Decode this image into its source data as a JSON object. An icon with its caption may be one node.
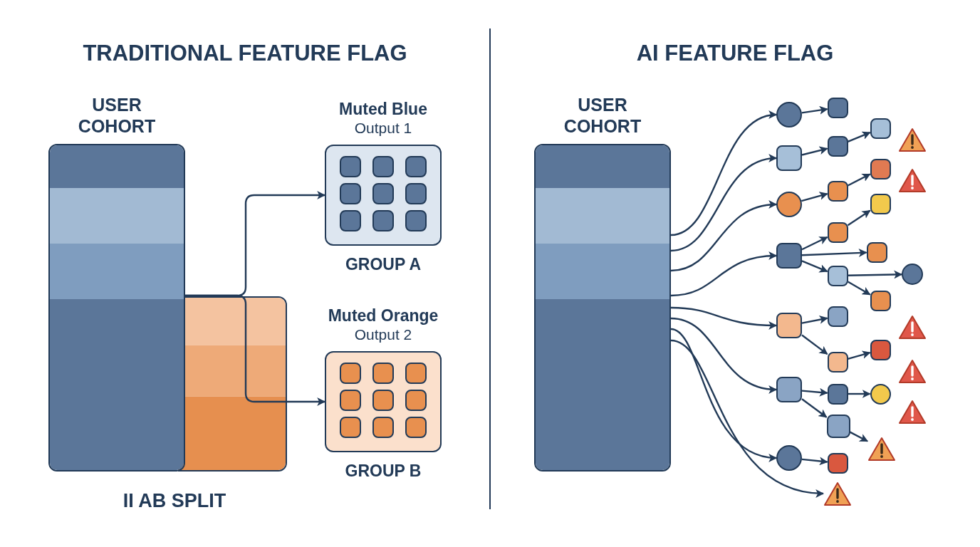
{
  "diagram": {
    "nodes": [
      {
        "text": [
          "USER COHORT"
        ]
      },
      {
        "text": [
          "Muted Blue",
          "Output 1"
        ],
        "beside": [
          "GROUP A"
        ]
      },
      {
        "text": [
          "Muted Orange",
          "Output 2"
        ],
        "beside": [
          "GROUP B"
        ]
      },
      {
        "text": [
          "USER COHORT"
        ]
      },
      {
        "text": [],
        "shape": "circle"
      },
      {
        "text": [],
        "shape": "box"
      },
      {
        "text": [],
        "shape": "circle"
      },
      {
        "text": [],
        "shape": "box"
      },
      {
        "text": [],
        "shape": "box"
      },
      {
        "text": [],
        "shape": "box"
      },
      {
        "text": [],
        "shape": "circle"
      },
      {
        "text": [],
        "shape": "box"
      },
      {
        "text": [],
        "shape": "box"
      },
      {
        "text": [],
        "shape": "box"
      },
      {
        "text": [],
        "shape": "box"
      },
      {
        "text": [],
        "shape": "box"
      },
      {
        "text": [],
        "shape": "box"
      },
      {
        "text": [],
        "shape": "box"
      },
      {
        "text": [],
        "shape": "box"
      },
      {
        "text": [],
        "shape": "box"
      },
      {
        "text": [],
        "shape": "box"
      },
      {
        "text": [],
        "shape": "box"
      },
      {
        "text": [],
        "shape": "box"
      },
      {
        "text": [],
        "shape": "box"
      },
      {
        "text": [],
        "shape": "box"
      },
      {
        "text": [],
        "shape": "box"
      },
      {
        "text": [],
        "shape": "box"
      },
      {
        "text": [],
        "shape": "circle"
      },
      {
        "text": [],
        "shape": "circle"
      },
      {
        "text": [],
        "shape": "triangle"
      },
      {
        "text": [],
        "shape": "triangle"
      },
      {
        "text": [],
        "shape": "triangle"
      },
      {
        "text": [],
        "shape": "triangle"
      },
      {
        "text": [],
        "shape": "triangle"
      },
      {
        "text": [],
        "shape": "triangle"
      },
      {
        "text": [],
        "shape": "triangle"
      }
    ],
    "edges": [
      {
        "from": 0,
        "to": 1,
        "arrow": "to"
      },
      {
        "from": 0,
        "to": 2,
        "arrow": "to"
      },
      {
        "from": 3,
        "to": 4,
        "arrow": "to"
      },
      {
        "from": 3,
        "to": 5,
        "arrow": "to"
      },
      {
        "from": 3,
        "to": 6,
        "arrow": "to"
      },
      {
        "from": 3,
        "to": 7,
        "arrow": "to"
      },
      {
        "from": 3,
        "to": 8,
        "arrow": "to"
      },
      {
        "from": 3,
        "to": 9,
        "arrow": "to"
      },
      {
        "from": 3,
        "to": 10,
        "arrow": "to"
      },
      {
        "from": 3,
        "to": 29,
        "arrow": "to"
      },
      {
        "from": 4,
        "to": 11,
        "arrow": "to"
      },
      {
        "from": 5,
        "to": 12,
        "arrow": "to"
      },
      {
        "from": 6,
        "to": 13,
        "arrow": "to"
      },
      {
        "from": 7,
        "to": 14,
        "arrow": "to"
      },
      {
        "from": 7,
        "to": 24,
        "arrow": "to"
      },
      {
        "from": 7,
        "to": 15,
        "arrow": "to"
      },
      {
        "from": 8,
        "to": 16,
        "arrow": "to"
      },
      {
        "from": 8,
        "to": 17,
        "arrow": "to"
      },
      {
        "from": 9,
        "to": 18,
        "arrow": "to"
      },
      {
        "from": 9,
        "to": 19,
        "arrow": "to"
      },
      {
        "from": 10,
        "to": 20,
        "arrow": "to"
      },
      {
        "from": 12,
        "to": 21,
        "arrow": "to"
      },
      {
        "from": 13,
        "to": 22,
        "arrow": "to"
      },
      {
        "from": 14,
        "to": 23,
        "arrow": "to"
      },
      {
        "from": 15,
        "to": 28,
        "arrow": "to"
      },
      {
        "from": 15,
        "to": 25,
        "arrow": "to"
      },
      {
        "from": 17,
        "to": 26,
        "arrow": "to"
      },
      {
        "from": 18,
        "to": 27,
        "arrow": "to"
      },
      {
        "from": 19,
        "to": 30,
        "arrow": "to"
      }
    ],
    "labels": [
      "TRADITIONAL FEATURE FLAG",
      "AI FEATURE FLAG",
      "II AB SPLIT"
    ]
  }
}
